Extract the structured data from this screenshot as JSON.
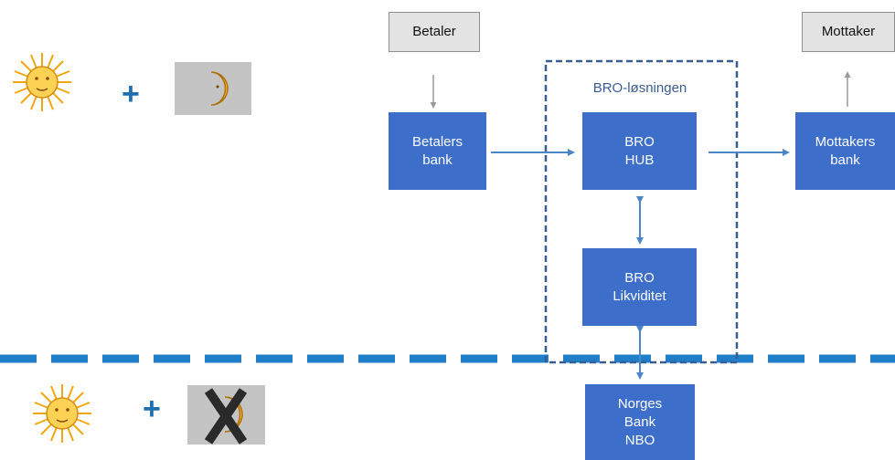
{
  "diagram": {
    "boundary_label": "BRO-løsningen",
    "boxes": {
      "payer": "Betaler",
      "payer_bank": "Betalers\nbank",
      "hub": "BRO\nHUB",
      "liquidity": "BRO\nLikviditet",
      "receiver": "Mottaker",
      "receiver_bank": "Mottakers\nbank",
      "central_bank": "Norges\nBank\nNBO"
    },
    "plus_signs": [
      "+",
      "+"
    ],
    "icons": {
      "day_sun": "sun-face-icon",
      "night_moon": "crescent-moon-face-icon",
      "night_sun": "sun-face-icon",
      "night_moon_crossed": "crescent-moon-face-icon",
      "cross_mark": "x-mark-icon"
    },
    "colors": {
      "box_blue": "#3d6ec9",
      "box_gray": "#e3e3e3",
      "arrow_blue": "#4a86c8",
      "separator_blue": "#1f7fc8",
      "boundary": "#3a5d91",
      "plus_blue": "#1f6fb0"
    }
  }
}
